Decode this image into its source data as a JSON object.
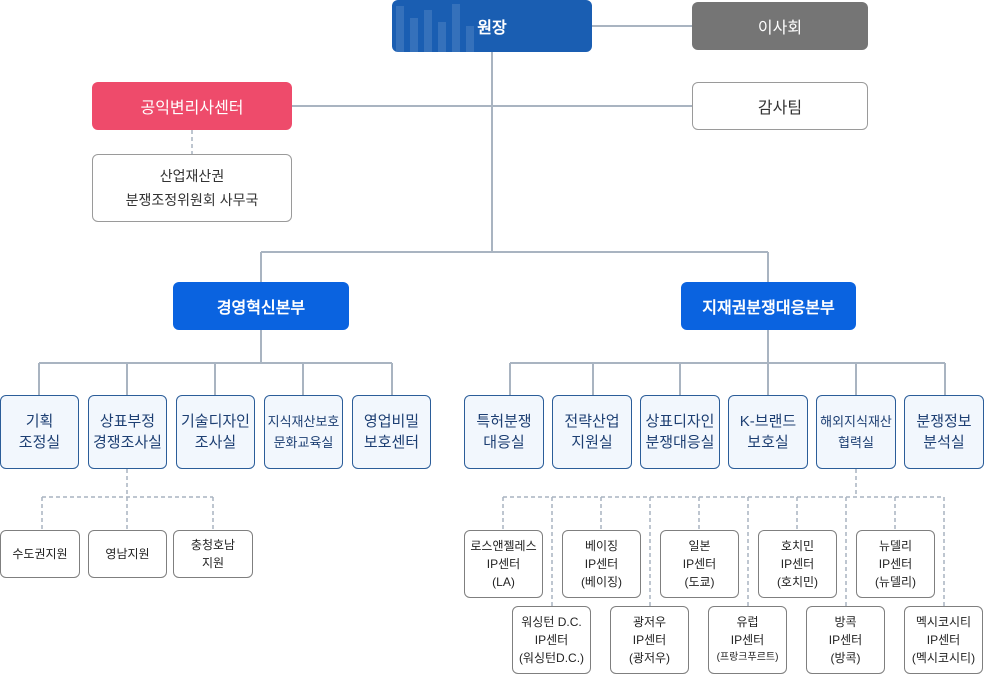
{
  "top": {
    "director": "원장",
    "board": "이사회",
    "audit": "감사팀",
    "public_center": "공익변리사센터",
    "committee": [
      "산업재산권",
      "분쟁조정위원회 사무국"
    ]
  },
  "hq": {
    "management": "경영혁신본부",
    "ip": "지재권분쟁대응본부"
  },
  "management_depts": [
    [
      "기획",
      "조정실"
    ],
    [
      "상표부정",
      "경쟁조사실"
    ],
    [
      "기술디자인",
      "조사실"
    ],
    [
      "지식재산보호",
      "문화교육실"
    ],
    [
      "영업비밀",
      "보호센터"
    ]
  ],
  "ip_depts": [
    [
      "특허분쟁",
      "대응실"
    ],
    [
      "전략산업",
      "지원실"
    ],
    [
      "상표디자인",
      "분쟁대응실"
    ],
    [
      "K-브랜드",
      "보호실"
    ],
    [
      "해외지식재산",
      "협력실"
    ],
    [
      "분쟁정보",
      "분석실"
    ]
  ],
  "regional_branches": [
    [
      "수도권지원"
    ],
    [
      "영남지원"
    ],
    [
      "충청호남",
      "지원"
    ]
  ],
  "overseas_centers_row1": [
    [
      "로스앤젤레스",
      "IP센터",
      "(LA)"
    ],
    [
      "베이징",
      "IP센터",
      "(베이징)"
    ],
    [
      "일본",
      "IP센터",
      "(도쿄)"
    ],
    [
      "호치민",
      "IP센터",
      "(호치민)"
    ],
    [
      "뉴델리",
      "IP센터",
      "(뉴델리)"
    ]
  ],
  "overseas_centers_row2": [
    [
      "워싱턴 D.C.",
      "IP센터",
      "(워싱턴D.C.)"
    ],
    [
      "광저우",
      "IP센터",
      "(광저우)"
    ],
    [
      "유럽",
      "IP센터",
      "(프랑크푸르트)"
    ],
    [
      "방콕",
      "IP센터",
      "(방콕)"
    ],
    [
      "멕시코시티",
      "IP센터",
      "(멕시코시티)"
    ]
  ]
}
